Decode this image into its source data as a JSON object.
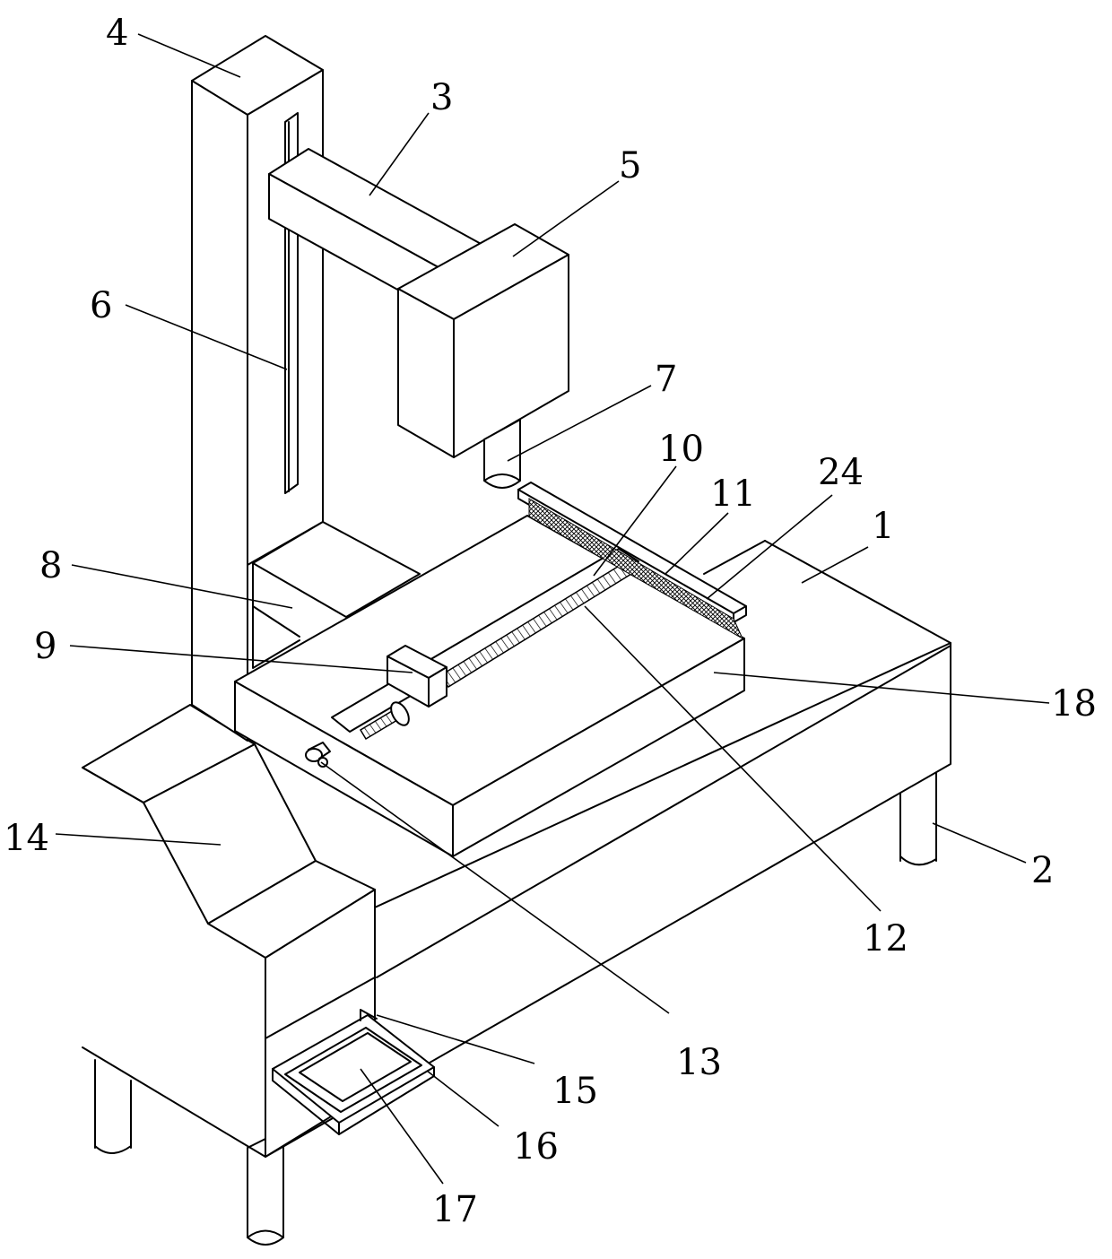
{
  "diagram": {
    "type": "patent-line-drawing",
    "reference_numerals": [
      "1",
      "2",
      "3",
      "4",
      "5",
      "6",
      "7",
      "8",
      "9",
      "10",
      "11",
      "12",
      "13",
      "14",
      "15",
      "16",
      "17",
      "18",
      "24"
    ]
  }
}
